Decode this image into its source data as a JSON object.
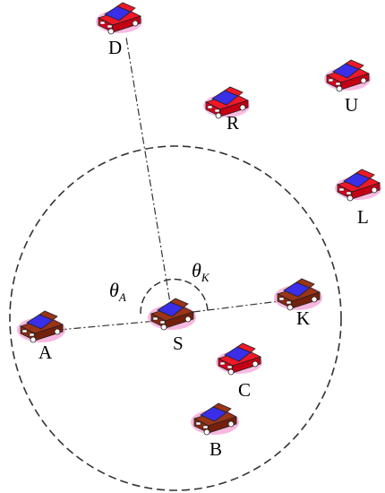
{
  "diagram": {
    "nodes": [
      {
        "id": "D",
        "label": "D",
        "color": "red"
      },
      {
        "id": "R",
        "label": "R",
        "color": "red"
      },
      {
        "id": "U",
        "label": "U",
        "color": "red"
      },
      {
        "id": "L",
        "label": "L",
        "color": "red"
      },
      {
        "id": "S",
        "label": "S",
        "color": "brown"
      },
      {
        "id": "A",
        "label": "A",
        "color": "brown"
      },
      {
        "id": "K",
        "label": "K",
        "color": "brown"
      },
      {
        "id": "C",
        "label": "C",
        "color": "red"
      },
      {
        "id": "B",
        "label": "B",
        "color": "brown"
      }
    ],
    "links": [
      {
        "from": "S",
        "to": "D",
        "style": "dash-dot"
      },
      {
        "from": "S",
        "to": "A",
        "style": "dash-dot"
      },
      {
        "from": "S",
        "to": "K",
        "style": "dash-dot"
      }
    ],
    "angles": [
      {
        "symbol": "θ",
        "subscript": "A"
      },
      {
        "symbol": "θ",
        "subscript": "K"
      }
    ],
    "range_circle": {
      "center": "S",
      "style": "dashed"
    }
  },
  "colors": {
    "car_red": "#e0001b",
    "car_brown": "#8b2a12",
    "windshield": "#3a2ee8",
    "glow": "#f5a6d8",
    "line": "#333333"
  }
}
